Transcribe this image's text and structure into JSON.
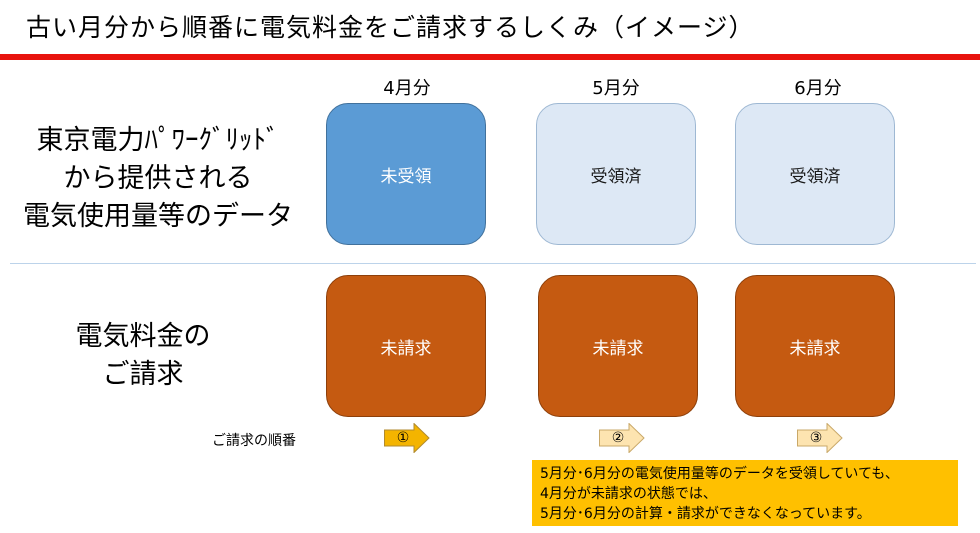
{
  "title": "古い月分から順番に電気料金をご請求するしくみ（イメージ）",
  "rows": {
    "data": [
      "東京電力ﾊﾟﾜｰｸﾞﾘｯﾄﾞ",
      "から提供される",
      "電気使用量等のデータ"
    ],
    "billing": [
      "電気料金の",
      "ご請求"
    ]
  },
  "months": [
    "4月分",
    "5月分",
    "6月分"
  ],
  "data_status": [
    "未受領",
    "受領済",
    "受領済"
  ],
  "billing_status": [
    "未請求",
    "未請求",
    "未請求"
  ],
  "order_label": "ご請求の順番",
  "order_steps": [
    "①",
    "②",
    "③"
  ],
  "note": [
    "5月分･6月分の電気使用量等のデータを受領していても、",
    "4月分が未請求の状態では、",
    "5月分･6月分の計算・請求ができなくなっています。"
  ],
  "colors": {
    "accent_line": "#e8140e",
    "not_received": "#5b9bd5",
    "received": "#dde8f5",
    "unbilled": "#c55a11",
    "arrow_current": "#f4b400",
    "arrow_future": "#fde4b0",
    "note_bg": "#ffc000"
  }
}
